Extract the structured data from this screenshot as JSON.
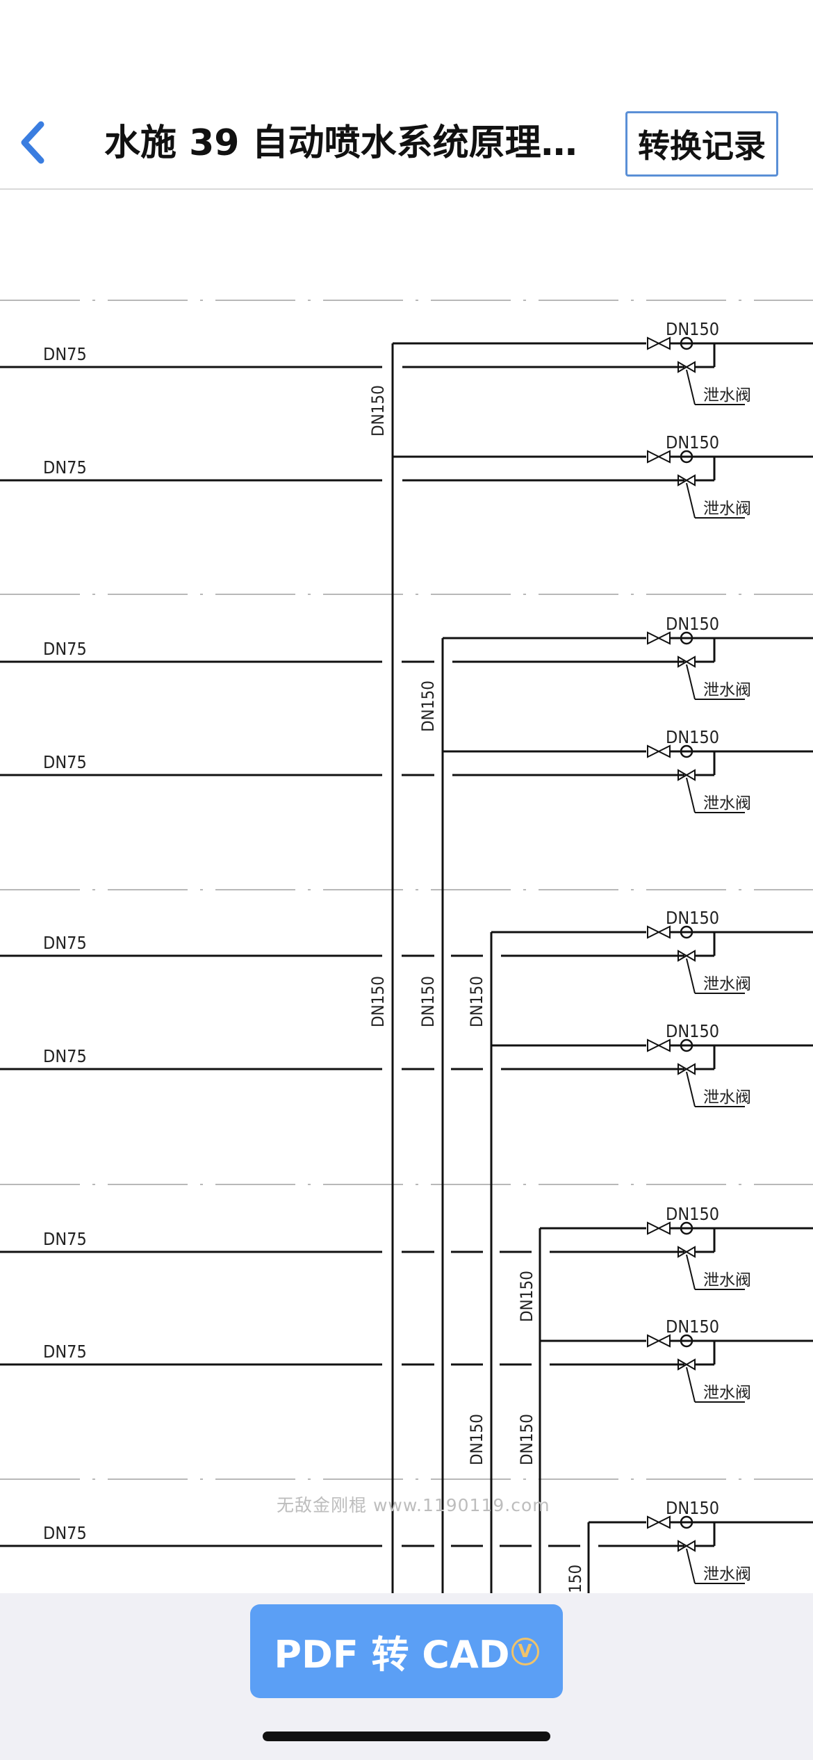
{
  "nav": {
    "title": "水施 39 自动喷水系统原理图...",
    "history_label": "转换记录"
  },
  "drawing": {
    "branch_pipe_label": "DN75",
    "riser_label": "DN150",
    "valve_pipe_label": "DN150",
    "drain_valve_label": "泄水阀",
    "partial_riser_label": "150",
    "watermark": "无敌金刚棍 www.1190119.com"
  },
  "bottom": {
    "convert_label": "PDF 转 CAD",
    "vip_badge": "V"
  },
  "icons": {
    "back": "chevron-left-icon",
    "vip": "vip-badge-icon"
  },
  "colors": {
    "accent": "#5b9ff5",
    "back_icon": "#3a7de0",
    "history_border": "#5a8fd6",
    "vip_gold": "#f0c36a",
    "line": "#111111"
  }
}
